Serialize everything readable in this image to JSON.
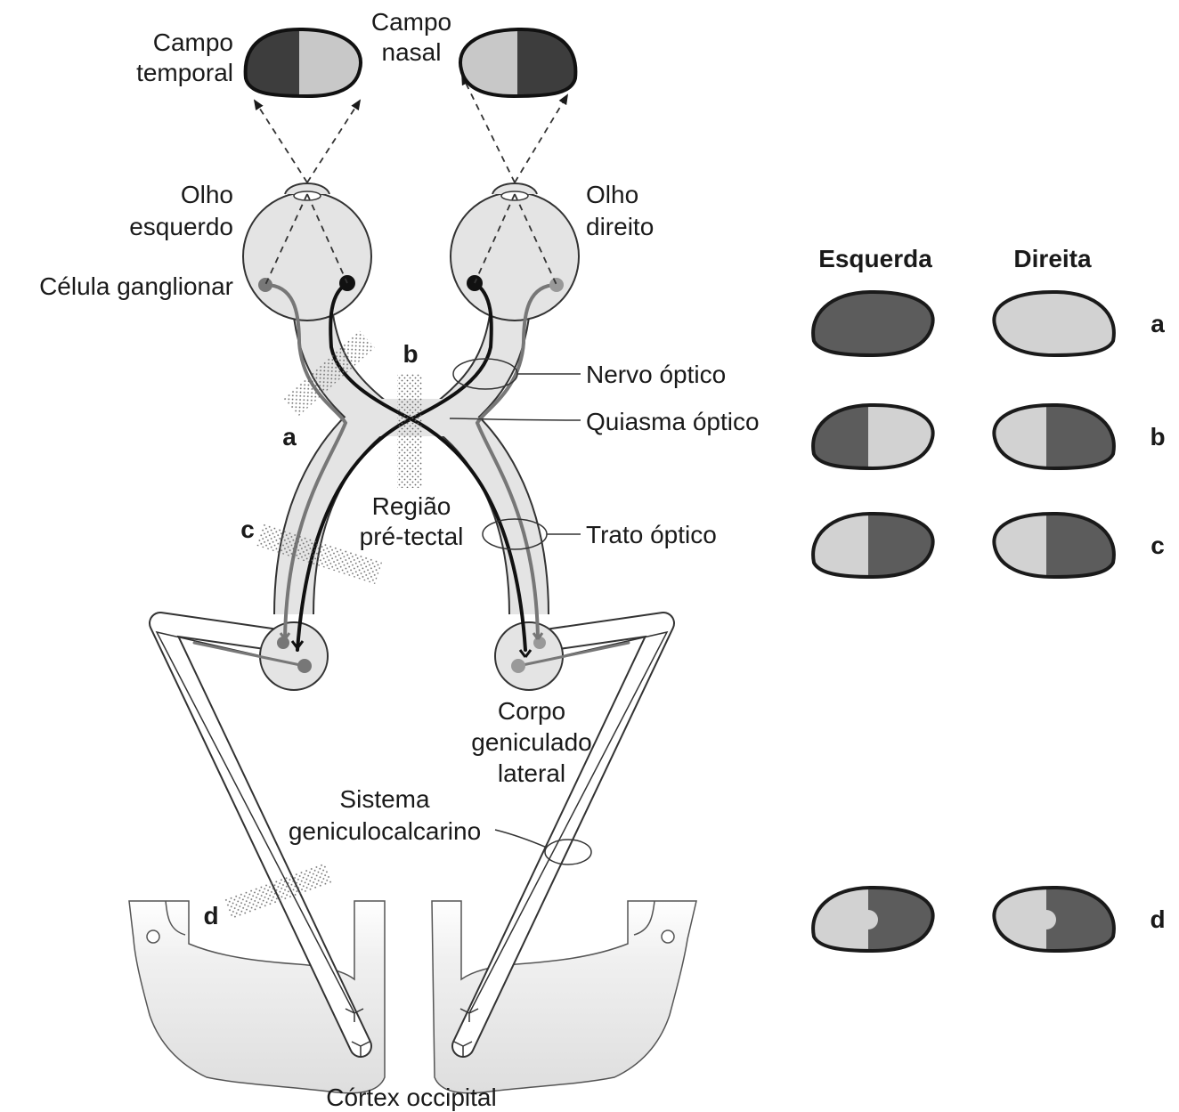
{
  "colors": {
    "dark": "#5c5c5c",
    "light": "#d2d2d2",
    "tissue": "#e4e4e4",
    "outline": "#1a1a1a"
  },
  "fields": {
    "temporal": "Campo\ntemporal",
    "nasal": "Campo\nnasal"
  },
  "eyes": {
    "left": "Olho\nesquerdo",
    "right": "Olho\ndireito"
  },
  "labels": {
    "ganglion": "Célula ganglionar",
    "optic_nerve": "Nervo óptico",
    "chiasm": "Quiasma óptico",
    "optic_tract": "Trato óptico",
    "pretectal": "Região\npré-tectal",
    "lgn": "Corpo\ngeniculado\nlateral",
    "geniculocalcarine": "Sistema\ngeniculocalcarino",
    "cortex": "Córtex occipital"
  },
  "lesions": [
    "a",
    "b",
    "c",
    "d"
  ],
  "legend": {
    "left_header": "Esquerda",
    "right_header": "Direita",
    "rows": [
      {
        "id": "a",
        "left": "full-dark",
        "right": "full-light"
      },
      {
        "id": "b",
        "left": "dark-light",
        "right": "light-dark"
      },
      {
        "id": "c",
        "left": "light-dark",
        "right": "light-dark"
      },
      {
        "id": "d",
        "left": "light-dark-macular",
        "right": "light-dark-macular"
      }
    ]
  }
}
